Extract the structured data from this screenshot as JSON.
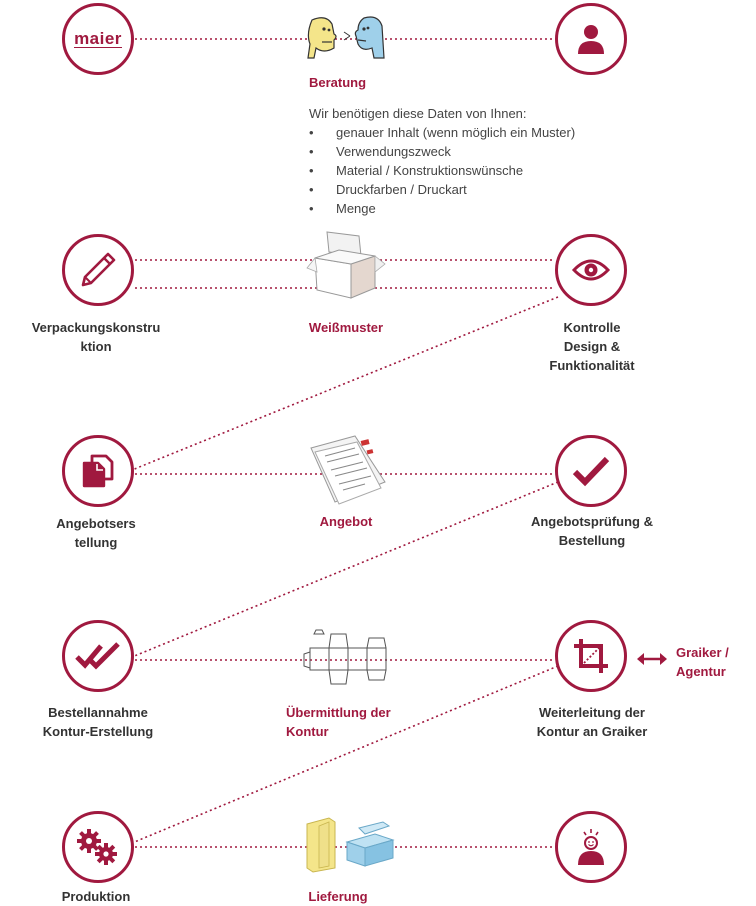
{
  "logo": {
    "text": "maier"
  },
  "beratung": {
    "title": "Beratung",
    "intro": "Wir benötigen diese Daten von Ihnen:",
    "items": [
      "genauer Inhalt (wenn möglich ein Muster)",
      "Verwendungszweck",
      "Material / Konstruktionswünsche",
      "Druckfarben / Druckart",
      "Menge"
    ]
  },
  "steps": {
    "verpackung": [
      "Verpackungskonstru",
      "ktion"
    ],
    "weissmuster": [
      "Weißmuster"
    ],
    "kontrolle": [
      "Kontrolle",
      "Design &",
      "Funktionalität"
    ],
    "angebotserstellung": [
      "Angebotsers",
      "tellung"
    ],
    "angebot": [
      "Angebot"
    ],
    "angebotspruefung": [
      "Angebotsprüfung &",
      "Bestellung"
    ],
    "bestellannahme": [
      "Bestellannahme",
      "Kontur-Erstellung"
    ],
    "uebermittlung": [
      "Übermittlung der",
      "Kontur"
    ],
    "weiterleitung": [
      "Weiterleitung der",
      "Kontur an Graiker"
    ],
    "grafiker": [
      "Graiker /",
      "Agentur"
    ],
    "produktion": [
      "Produktion"
    ],
    "lieferung": [
      "Lieferung"
    ]
  },
  "colors": {
    "accent": "#a0193f",
    "text": "#333333",
    "illustration_yellow": "#f4e58a",
    "illustration_blue": "#9fd0ea"
  },
  "icons": {
    "logo": "maier-logo",
    "customer": "person-icon",
    "consultation": "two-heads-talking-illustration",
    "design": "pencil-icon",
    "white_sample": "white-folding-box-illustration",
    "control": "eye-icon",
    "quote_creation": "documents-icon",
    "quote": "paper-stack-illustration",
    "quote_check": "checkmark-icon",
    "order_acceptance": "double-checkmark-icon",
    "die_line": "box-die-line-illustration",
    "forwarding": "crop-icon",
    "exchange": "double-arrow-icon",
    "production": "gears-icon",
    "delivery": "colored-boxes-illustration",
    "happy_customer": "happy-person-icon"
  }
}
